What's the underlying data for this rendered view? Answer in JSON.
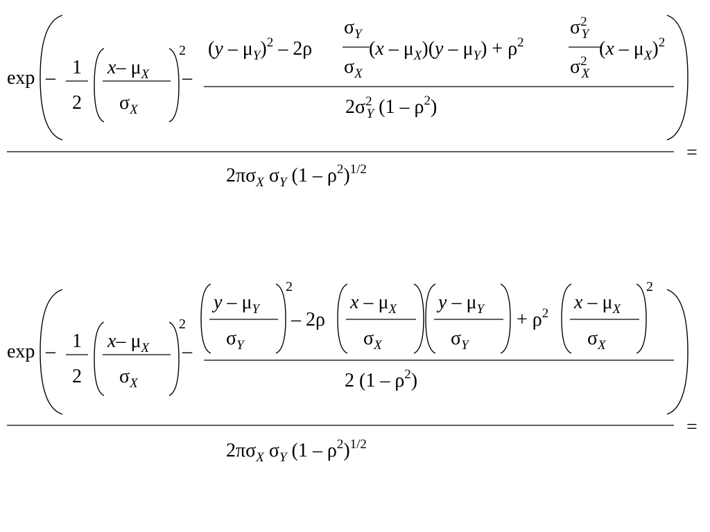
{
  "document": {
    "equations": [
      {
        "exp_label": "exp",
        "minus": "–",
        "half": {
          "numerator": "1",
          "denominator": "2"
        },
        "standardized_x": {
          "numerator_var": "x",
          "numerator_op": "– μ",
          "numerator_sub": "X",
          "denominator": "σ",
          "denominator_sub": "X"
        },
        "square_exponent": "2",
        "rhs_minus": "–",
        "big_fraction": {
          "numerator": {
            "t1": "(",
            "t1_var": "y",
            "t1_op": " – μ",
            "t1_sub": "Y",
            "t1_close": ")",
            "t1_exp": "2",
            "t2": " – 2ρ",
            "ratio_num": "σ",
            "ratio_num_sub": "Y",
            "ratio_den": "σ",
            "ratio_den_sub": "X",
            "t3_open": " (",
            "t3_var": "x",
            "t3_op": " – μ",
            "t3_sub": "X",
            "t3_close": ")(",
            "t3b_var": "y",
            "t3b_op": " – μ",
            "t3b_sub": "Y",
            "t3b_close": ")",
            "t4": " + ρ",
            "t4_exp": "2",
            "ratio2_num": "σ",
            "ratio2_num_exp": "2",
            "ratio2_num_sub": "Y",
            "ratio2_den": "σ",
            "ratio2_den_exp": "2",
            "ratio2_den_sub": "X",
            "t5_open": "(",
            "t5_var": "x",
            "t5_op": " – μ",
            "t5_sub": "X",
            "t5_close": ")",
            "t5_exp": "2"
          },
          "denominator": {
            "pre": "2σ",
            "exp": "2",
            "sub": "Y",
            "post": " (1 – ρ",
            "post_exp": "2",
            "close": ")"
          }
        },
        "outer_denominator": {
          "pre": "2πσ",
          "sub1": "X",
          "mid": " σ",
          "sub2": "Y",
          "post": " (1 – ρ",
          "post_exp": "2",
          "close": ")",
          "power": "1/2"
        },
        "equals": "="
      },
      {
        "exp_label": "exp",
        "minus": "–",
        "half": {
          "numerator": "1",
          "denominator": "2"
        },
        "standardized_x": {
          "numerator_var": "x",
          "numerator_op": "– μ",
          "numerator_sub": "X",
          "denominator": "σ",
          "denominator_sub": "X"
        },
        "square_exponent": "2",
        "rhs_minus": "–",
        "big_fraction": {
          "numerator": {
            "a_var": "y",
            "a_op": " – μ",
            "a_sub": "Y",
            "a_den": "σ",
            "a_den_sub": "Y",
            "a_exp": "2",
            "mid": "– 2ρ",
            "b_var": "x",
            "b_op": " – μ",
            "b_sub": "X",
            "b_den": "σ",
            "b_den_sub": "X",
            "c_var": "y",
            "c_op": " – μ",
            "c_sub": "Y",
            "c_den": "σ",
            "c_den_sub": "Y",
            "plus": "+ ρ",
            "plus_exp": "2",
            "d_var": "x",
            "d_op": " – μ",
            "d_sub": "X",
            "d_den": "σ",
            "d_den_sub": "X",
            "d_exp": "2"
          },
          "denominator": {
            "pre": "2 (1 – ρ",
            "exp": "2",
            "close": ")"
          }
        },
        "outer_denominator": {
          "pre": "2πσ",
          "sub1": "X",
          "mid": " σ",
          "sub2": "Y",
          "post": " (1 – ρ",
          "post_exp": "2",
          "close": ")",
          "power": "1/2"
        },
        "equals": "="
      }
    ]
  }
}
